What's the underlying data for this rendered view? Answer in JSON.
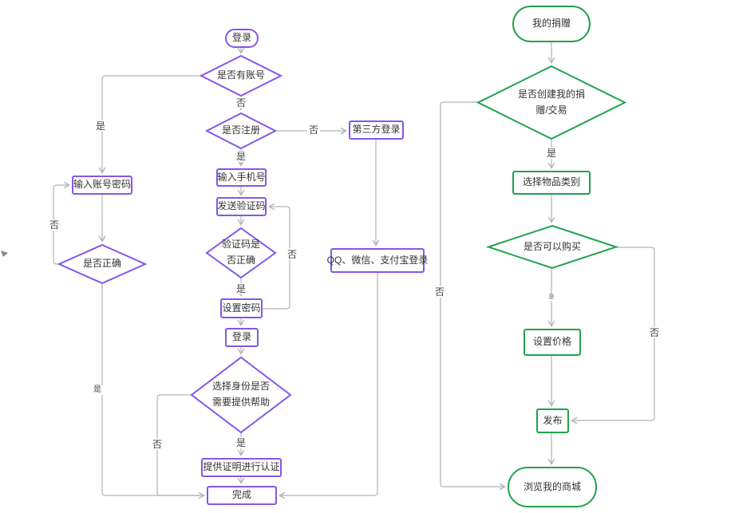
{
  "login_flow": {
    "nodes": {
      "start": "登录",
      "has_account": "是否有账号",
      "register": "是否注册",
      "third_party": "第三方登录",
      "enter_phone": "输入手机号",
      "send_code": "发送验证码",
      "code_correct": "验证码是\n否正确",
      "set_password": "设置密码",
      "login": "登录",
      "identity": "选择身份是否\n需要提供帮助",
      "provide_proof": "提供证明进行认证",
      "done": "完成",
      "enter_account": "输入账号密码",
      "is_correct": "是否正确",
      "qq_wechat_alipay": "QQ、微信、支付宝登录"
    },
    "labels": {
      "yes": "是",
      "no": "否"
    }
  },
  "donation_flow": {
    "nodes": {
      "start": "我的捐赠",
      "create_q": "是否创建我的捐\n赠/交易",
      "category": "选择物品类别",
      "can_buy": "是否可以购买",
      "set_price": "设置价格",
      "publish": "发布",
      "browse": "浏览我的商城"
    },
    "labels": {
      "yes": "是",
      "no": "否"
    }
  },
  "colors": {
    "purple": "#8456eb",
    "green": "#21a24b",
    "line": "#b0b4b8"
  }
}
